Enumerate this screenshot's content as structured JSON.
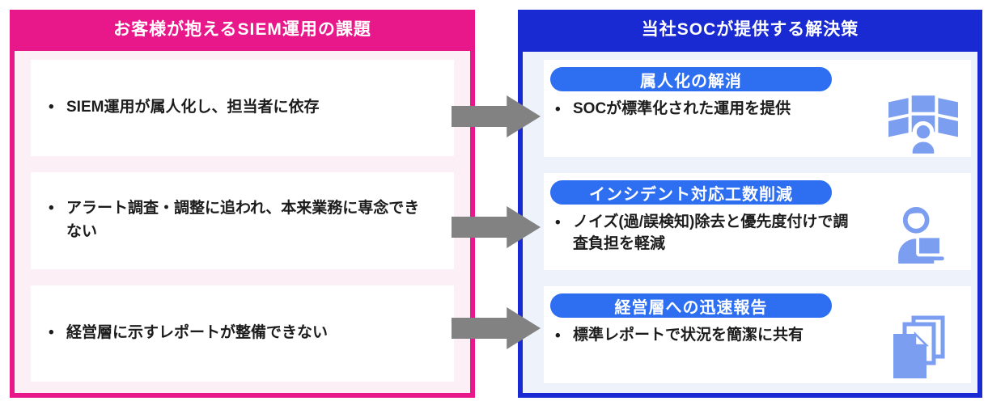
{
  "theme": {
    "magenta": "#E8188A",
    "magenta_bg": "#FCEFF6",
    "blue": "#1A2AD2",
    "blue_bg": "#EDF2FB",
    "pill_blue": "#2E6FF2",
    "icon_blue": "#7C9EF0",
    "arrow_gray": "#828282",
    "card_bg": "#FFFFFF",
    "text": "#1C1C1C"
  },
  "bullet": "•",
  "left_panel": {
    "title": "お客様が抱えるSIEM運用の課題",
    "items": [
      {
        "text": "SIEM運用が属人化し、担当者に依存"
      },
      {
        "text": "アラート調査・調整に追われ、本来業務に専念できない"
      },
      {
        "text": "経営層に示すレポートが整備できない"
      }
    ]
  },
  "right_panel": {
    "title": "当社SOCが提供する解決策",
    "items": [
      {
        "heading": "属人化の解消",
        "text": "SOCが標準化された運用を提供",
        "icon": "monitor-wall-operator-icon"
      },
      {
        "heading": "インシデント対応工数削減",
        "text": "ノイズ(過/誤検知)除去と優先度付けで調査負担を軽減",
        "icon": "analyst-laptop-icon"
      },
      {
        "heading": "経営層への迅速報告",
        "text": "標準レポートで状況を簡潔に共有",
        "icon": "report-documents-icon"
      }
    ]
  }
}
